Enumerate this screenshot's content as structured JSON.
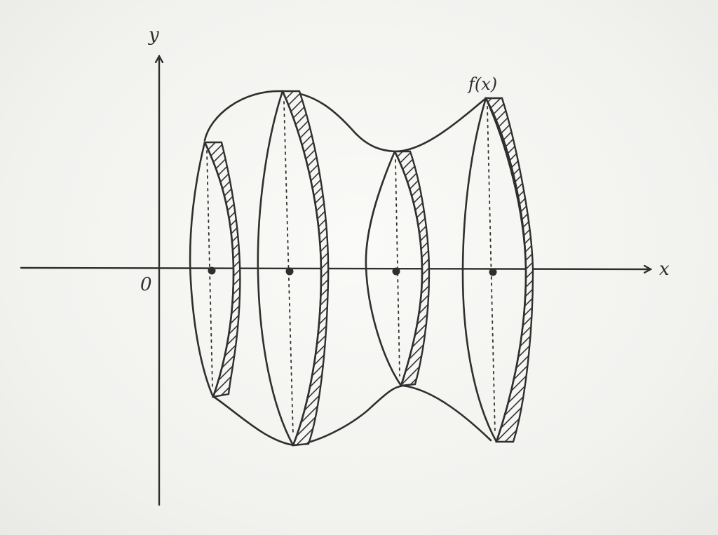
{
  "diagram": {
    "axis_labels": {
      "x": "x",
      "y": "y",
      "origin": "0"
    },
    "function_label": "f(x)",
    "disc_count": 4,
    "colors": {
      "ink": "#2f2f2f",
      "paper": "#f4f4f2"
    }
  }
}
